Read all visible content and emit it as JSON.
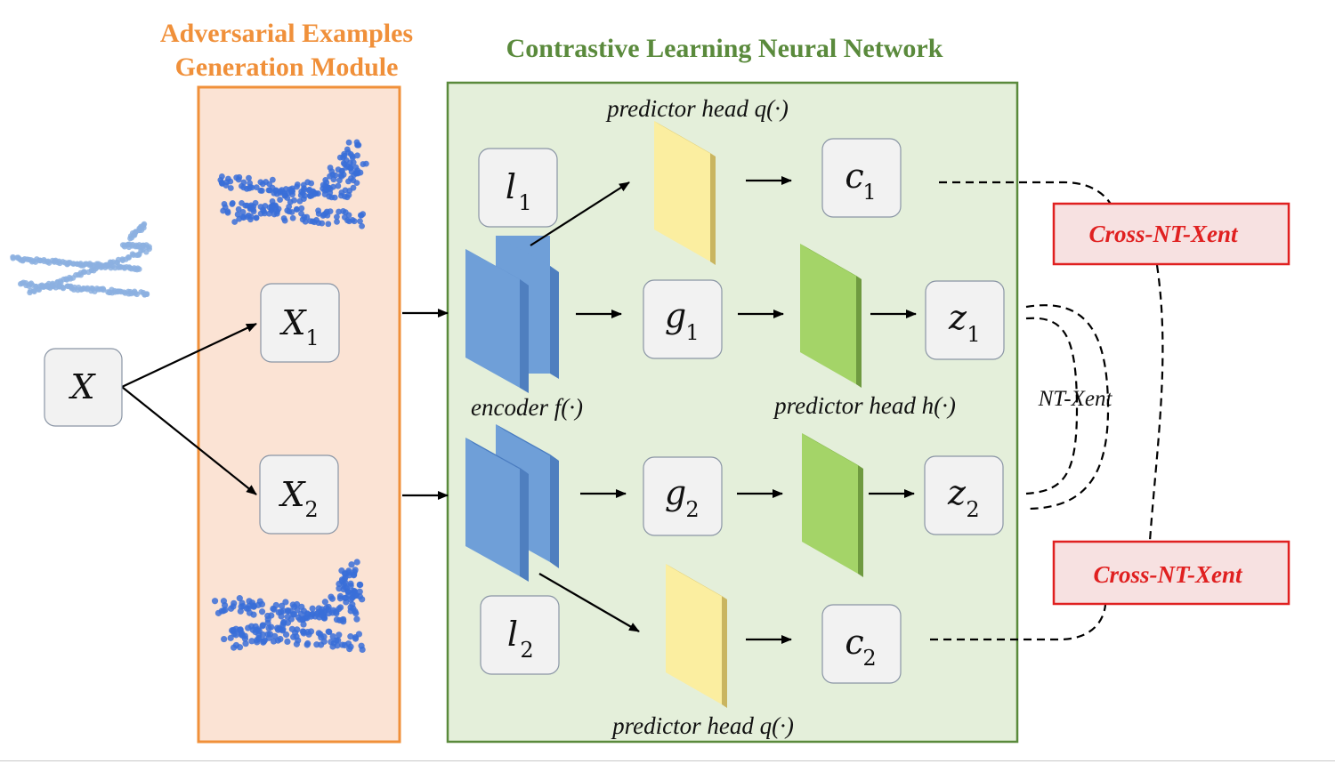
{
  "modules": {
    "adversarial": {
      "title_line1": "Adversarial Examples",
      "title_line2": "Generation Module",
      "color": "#f0903a",
      "fill": "#fbe3d4"
    },
    "contrastive": {
      "title": "Contrastive Learning Neural Network",
      "color": "#5a8a3c",
      "fill": "#e4efda"
    }
  },
  "labels": {
    "predictor_q_top": "predictor head q(·)",
    "predictor_q_bottom": "predictor head q(·)",
    "predictor_h": "predictor head h(·)",
    "encoder": "encoder f(·)",
    "nt_xent": "NT-Xent"
  },
  "nodes": {
    "X": {
      "main": "X",
      "sub": ""
    },
    "X1": {
      "main": "X",
      "sub": "1"
    },
    "X2": {
      "main": "X",
      "sub": "2"
    },
    "l1": {
      "main": "l",
      "sub": "1"
    },
    "l2": {
      "main": "l",
      "sub": "2"
    },
    "c1": {
      "main": "c",
      "sub": "1"
    },
    "c2": {
      "main": "c",
      "sub": "2"
    },
    "g1": {
      "main": "g",
      "sub": "1"
    },
    "g2": {
      "main": "g",
      "sub": "2"
    },
    "z1": {
      "main": "z",
      "sub": "1"
    },
    "z2": {
      "main": "z",
      "sub": "2"
    }
  },
  "losses": {
    "top": "Cross-NT-Xent",
    "bottom": "Cross-NT-Xent",
    "color": "#e02020",
    "fill": "#f7e1e1"
  },
  "colors": {
    "encoder_blue": "#6f9fd8",
    "q_yellow": "#fbeea0",
    "h_green": "#a4d468",
    "point_cloud_light": "#8cb0e0",
    "point_cloud_dark": "#3a6fd8"
  }
}
